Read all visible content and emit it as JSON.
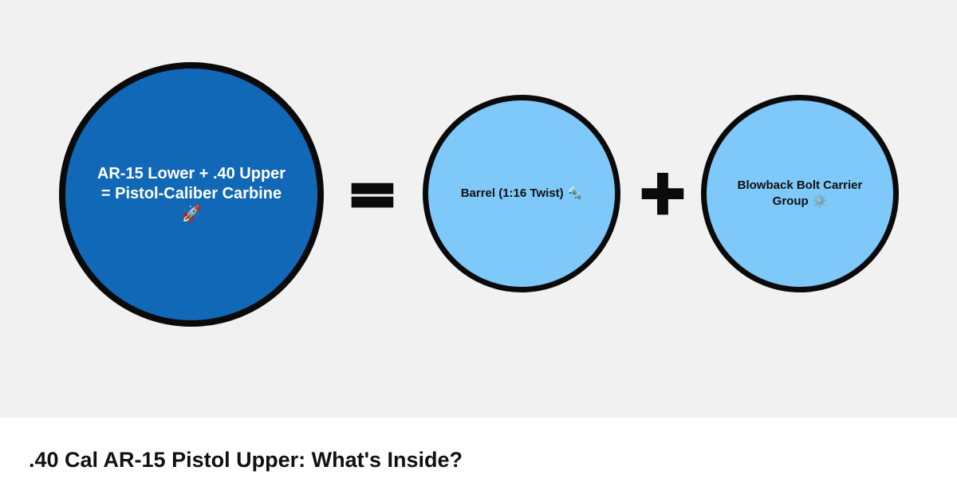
{
  "colors": {
    "background": "#F1F1F2",
    "panel_background": "#FFFFFF",
    "circle_border": "#0A0A0A",
    "result_circle_fill": "#1168B6",
    "result_circle_text": "#FFFFFF",
    "component_circle_fill": "#7EC8FA",
    "component_circle_text": "#111111",
    "operator_color": "#0A0A0A",
    "title_color": "#111111"
  },
  "title": {
    "text": ".40 Cal AR-15 Pistol Upper: What's Inside?"
  },
  "diagram": {
    "result_circle": {
      "lines": [
        "AR-15 Lower + .40 Upper",
        "= Pistol-Caliber Carbine"
      ],
      "icon": "🚀",
      "icon_name": "rocket"
    },
    "equals_operator": "=",
    "plus_operator": "+",
    "component_circles": [
      {
        "label": "Barrel (1:16 Twist)",
        "icon": "🔩",
        "icon_name": "nut-and-bolt"
      },
      {
        "label_lines": [
          "Blowback Bolt Carrier",
          "Group"
        ],
        "icon": "⚙️",
        "icon_name": "gear"
      }
    ]
  }
}
